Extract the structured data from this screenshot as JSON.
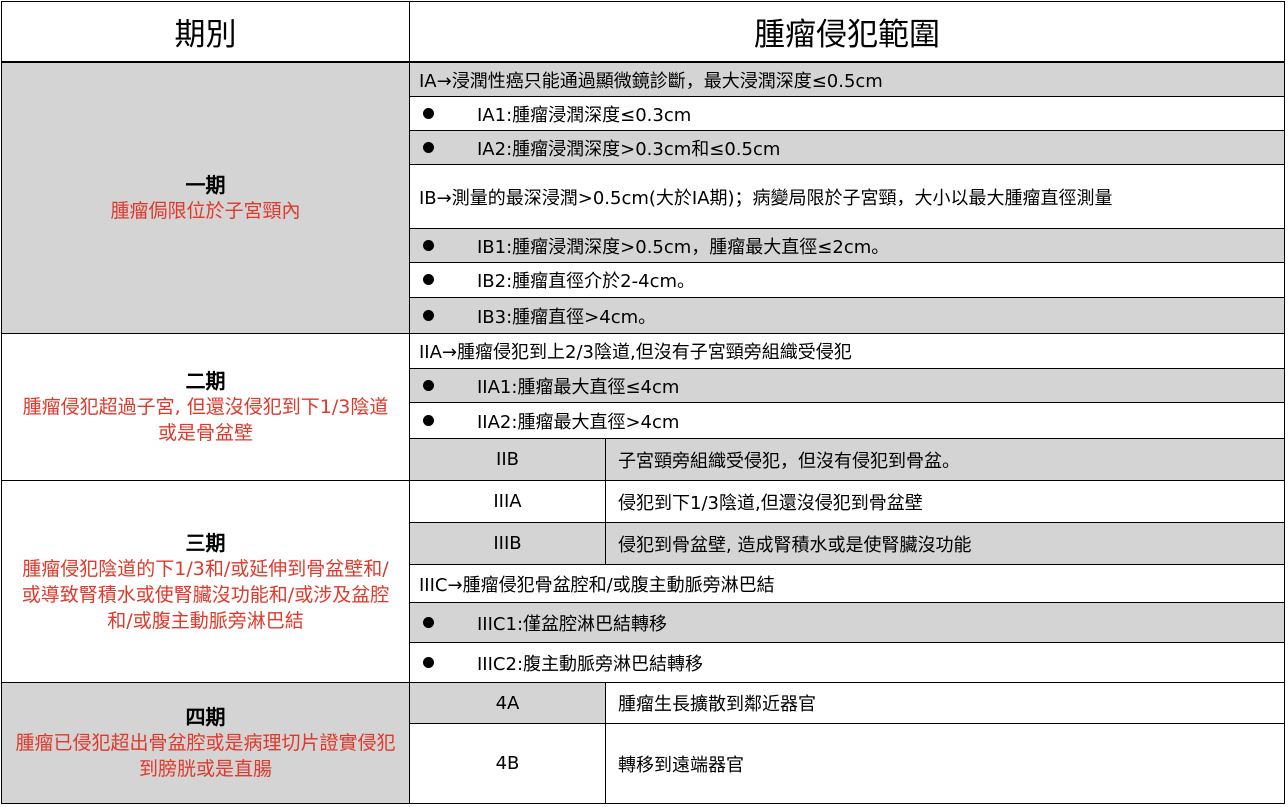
{
  "header": {
    "col_stage": "期別",
    "col_scope": "腫瘤侵犯範圍"
  },
  "stage1": {
    "title": "一期",
    "desc": "腫瘤侷限位於子宮頸內",
    "rows": [
      "IA→浸潤性癌只能通過顯微鏡診斷，最大浸潤深度≤0.5cm",
      "IA1:腫瘤浸潤深度≤0.3cm",
      "IA2:腫瘤浸潤深度>0.3cm和≤0.5cm",
      "IB→測量的最深浸潤>0.5cm(大於IA期)；病變局限於子宮頸，大小以最大腫瘤直徑測量",
      "IB1:腫瘤浸潤深度>0.5cm，腫瘤最大直徑≤2cm。",
      "IB2:腫瘤直徑介於2-4cm。",
      "IB3:腫瘤直徑>4cm。"
    ]
  },
  "stage2": {
    "title": "二期",
    "desc": "腫瘤侵犯超過子宮, 但還沒侵犯到下1/3陰道或是骨盆壁",
    "rows": [
      "IIA→腫瘤侵犯到上2/3陰道,但沒有子宮頸旁組織受侵犯",
      "IIA1:腫瘤最大直徑≤4cm",
      "IIA2:腫瘤最大直徑>4cm"
    ],
    "iib_code": "IIB",
    "iib_desc": "子宮頸旁組織受侵犯，但沒有侵犯到骨盆。"
  },
  "stage3": {
    "title": "三期",
    "desc": "腫瘤侵犯陰道的下1/3和/或延伸到骨盆壁和/或導致腎積水或使腎臟沒功能和/或涉及盆腔和/或腹主動脈旁淋巴結",
    "iiia_code": "IIIA",
    "iiia_desc": "侵犯到下1/3陰道,但還沒侵犯到骨盆壁",
    "iiib_code": "IIIB",
    "iiib_desc": "侵犯到骨盆壁, 造成腎積水或是使腎臟沒功能",
    "rows": [
      "IIIC→腫瘤侵犯骨盆腔和/或腹主動脈旁淋巴結",
      "IIIC1:僅盆腔淋巴結轉移",
      "IIIC2:腹主動脈旁淋巴結轉移"
    ]
  },
  "stage4": {
    "title": "四期",
    "desc": "腫瘤已侵犯超出骨盆腔或是病理切片證實侵犯到膀胱或是直腸",
    "a_code": "4A",
    "a_desc": "腫瘤生長擴散到鄰近器官",
    "b_code": "4B",
    "b_desc": "轉移到遠端器官"
  },
  "colors": {
    "shade": "#d4d4d4",
    "desc_red": "#e0392b",
    "border": "#000000"
  }
}
